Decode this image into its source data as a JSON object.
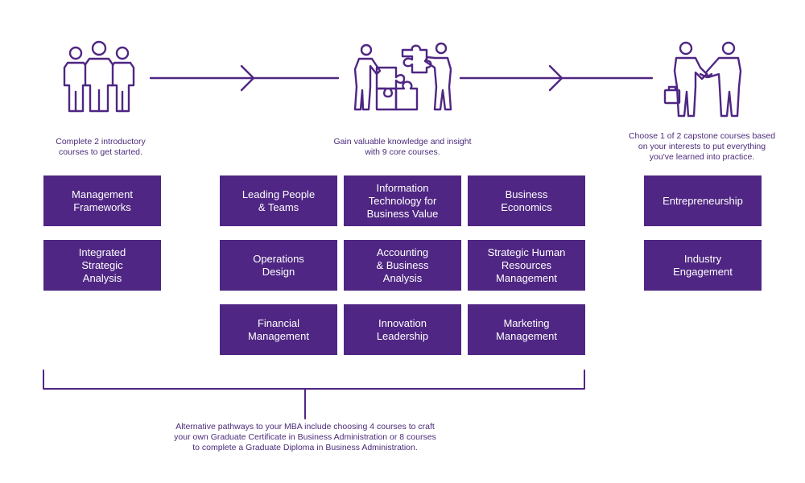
{
  "colors": {
    "brand_purple": "#4f2683",
    "text_purple": "#4b2a7a",
    "line_purple": "#4f2683",
    "box_text": "#ffffff"
  },
  "stages": {
    "intro": {
      "icon": "group-of-people-icon",
      "caption": "Complete 2 introductory\ncourses to get started.",
      "courses": [
        "Management\nFrameworks",
        "Integrated\nStrategic\nAnalysis"
      ]
    },
    "core": {
      "icon": "people-assembling-puzzle-icon",
      "caption": "Gain valuable knowledge and insight\nwith 9 core courses.",
      "courses": [
        "Leading People\n& Teams",
        "Information\nTechnology for\nBusiness Value",
        "Business\nEconomics",
        "Operations\nDesign",
        "Accounting\n& Business\nAnalysis",
        "Strategic Human\nResources\nManagement",
        "Financial\nManagement",
        "Innovation\nLeadership",
        "Marketing\nManagement"
      ]
    },
    "capstone": {
      "icon": "business-handshake-icon",
      "caption": "Choose 1 of 2 capstone courses based\non your interests to put everything\nyou've learned into practice.",
      "courses": [
        "Entrepreneurship",
        "Industry\nEngagement"
      ]
    }
  },
  "footnote": "Alternative pathways to your MBA include choosing 4 courses to craft\nyour own Graduate Certificate in Business Administration or 8 courses\nto complete a Graduate Diploma in Business Administration."
}
